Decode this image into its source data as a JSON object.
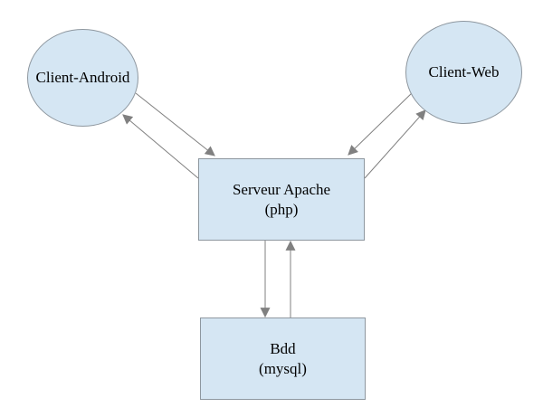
{
  "colors": {
    "background": "#ffffff",
    "node_fill": "#d5e6f3",
    "node_border": "#8e979f",
    "arrow": "#808080",
    "text": "#000000"
  },
  "nodes": {
    "client_android": {
      "shape": "ellipse",
      "label": "Client-Android"
    },
    "client_web": {
      "shape": "ellipse",
      "label": "Client-Web"
    },
    "server": {
      "shape": "rect",
      "label_line1": "Serveur Apache",
      "label_line2": "(php)"
    },
    "database": {
      "shape": "rect",
      "label_line1": "Bdd",
      "label_line2": "(mysql)"
    }
  },
  "edges": [
    {
      "from": "client_android",
      "to": "server"
    },
    {
      "from": "server",
      "to": "client_android"
    },
    {
      "from": "client_web",
      "to": "server"
    },
    {
      "from": "server",
      "to": "client_web"
    },
    {
      "from": "server",
      "to": "database"
    },
    {
      "from": "database",
      "to": "server"
    }
  ]
}
